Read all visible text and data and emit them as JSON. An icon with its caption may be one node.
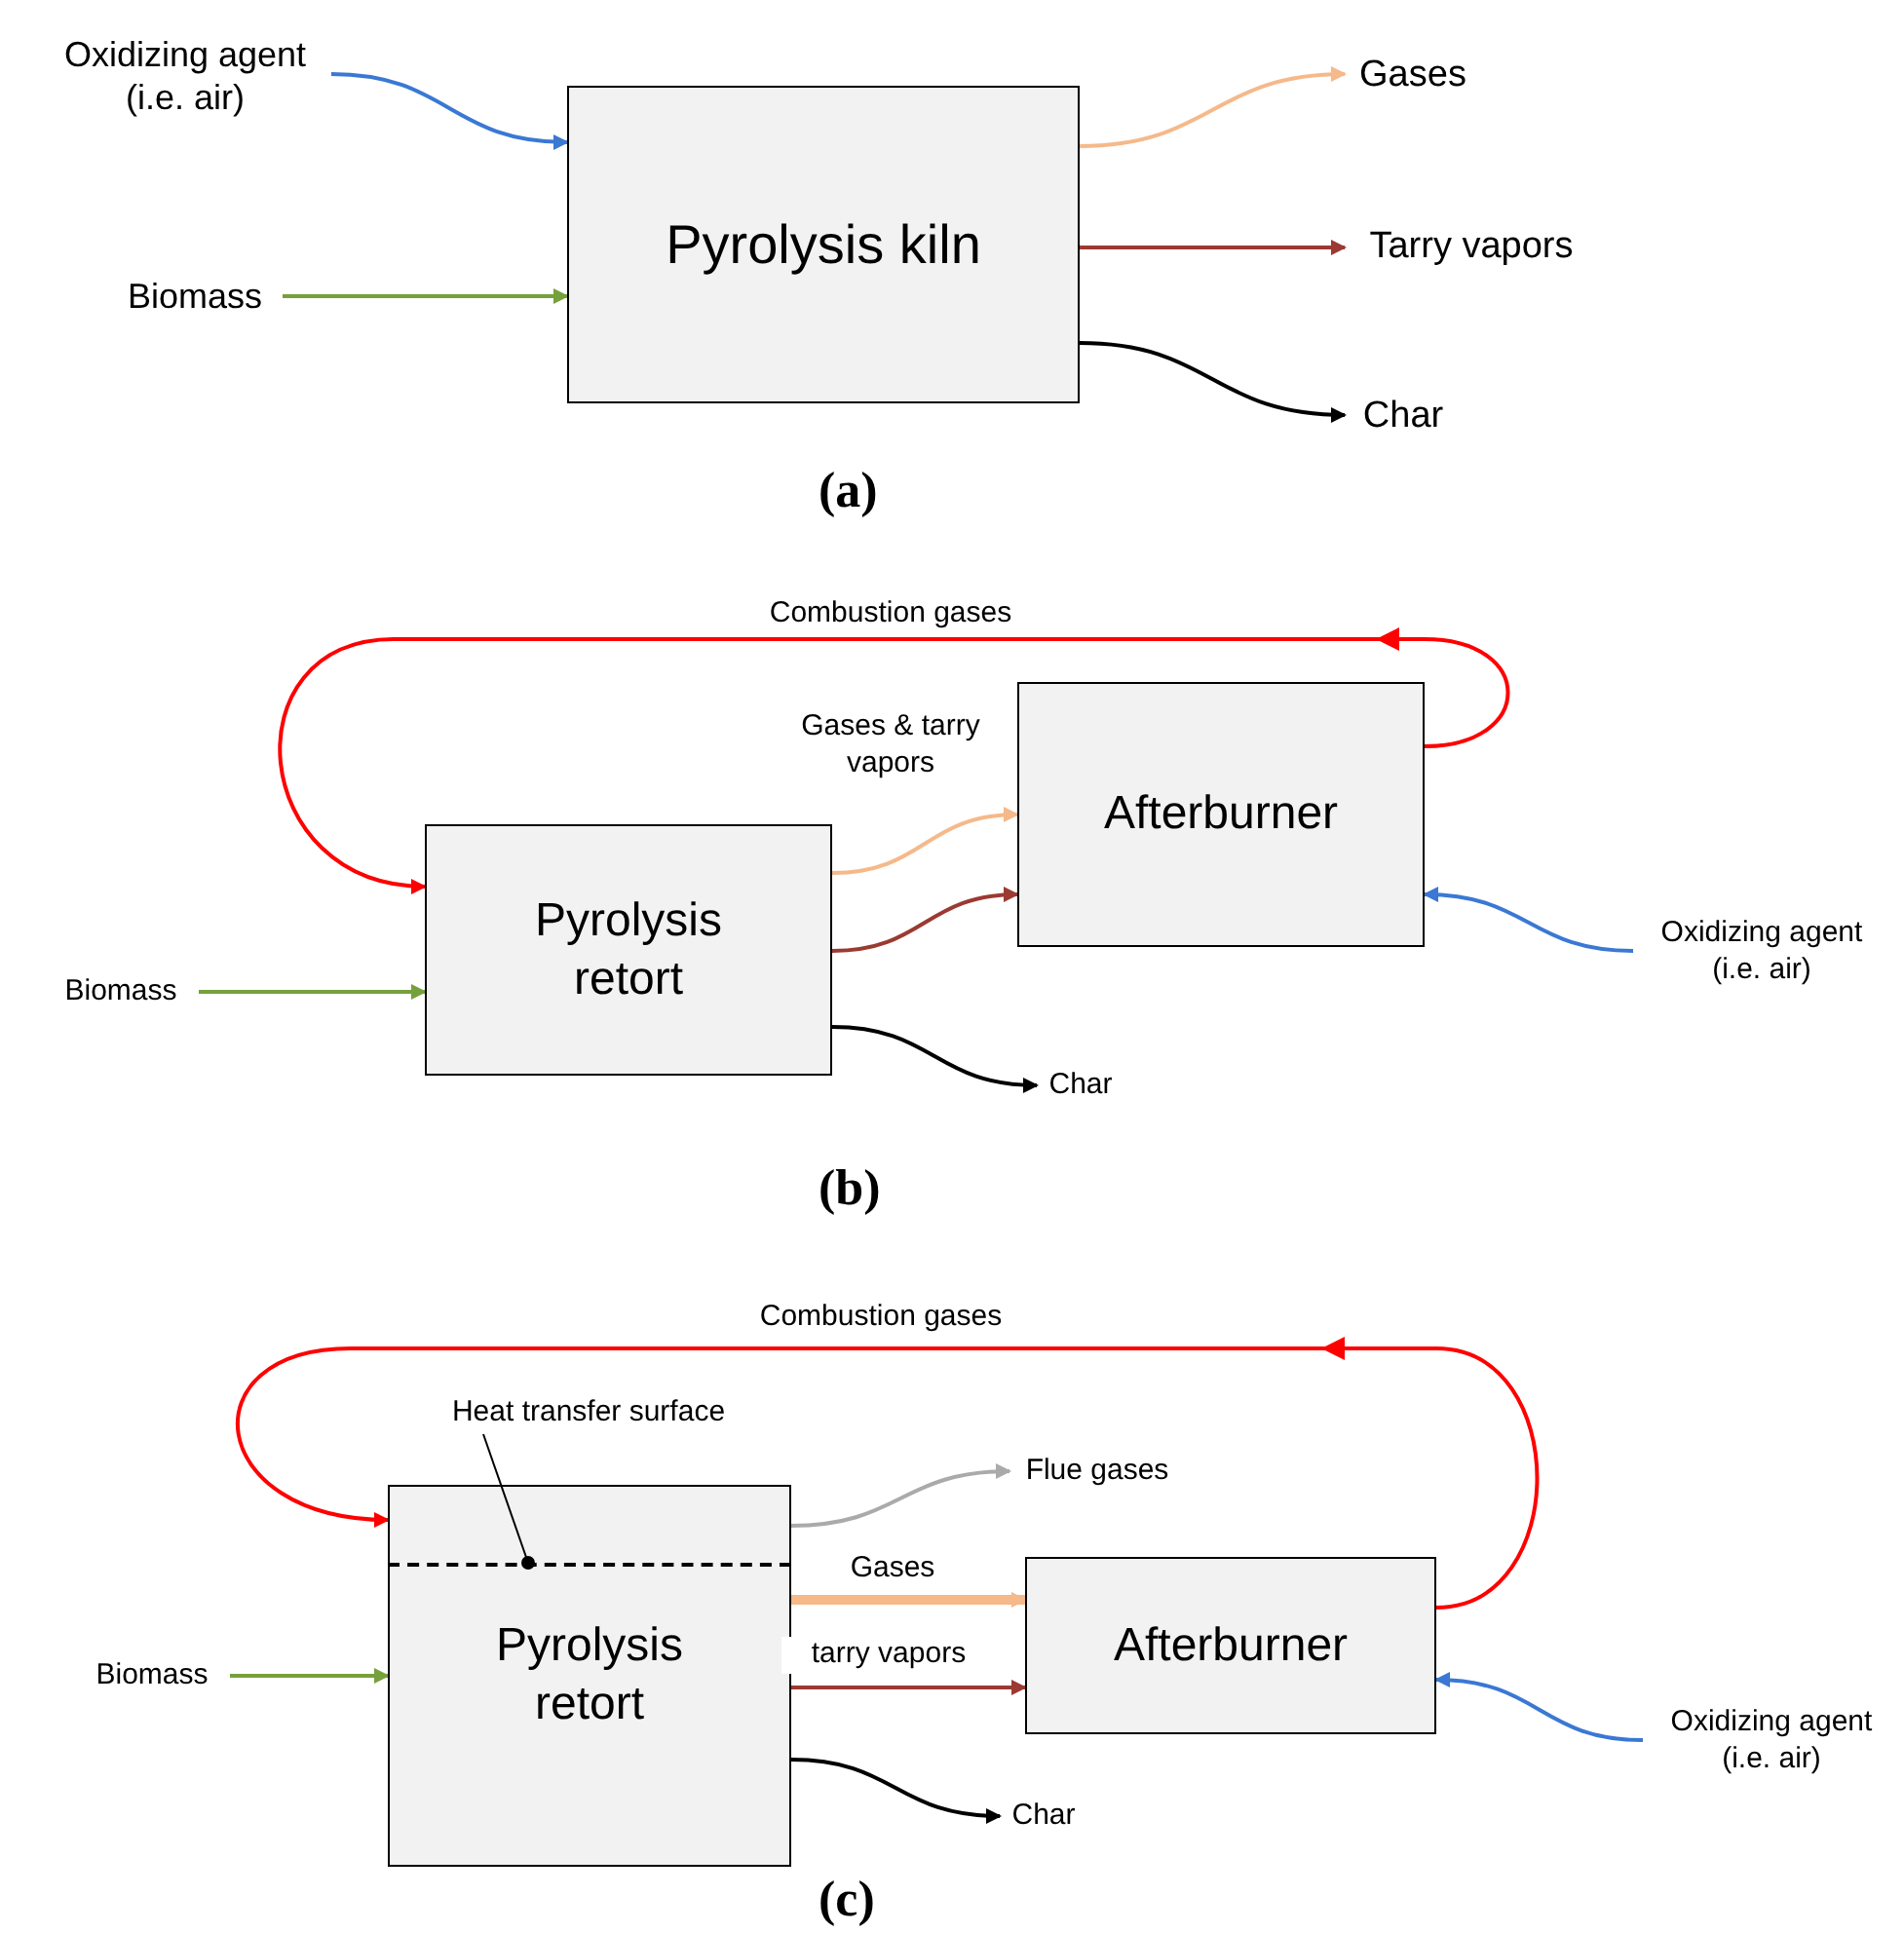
{
  "diagram": {
    "nodes": [
      {
        "text": [
          "Oxidizing agent (i.e. air)"
        ]
      },
      {
        "text": [
          "Biomass"
        ]
      },
      {
        "text": [
          "Pyrolysis kiln"
        ]
      },
      {
        "text": [
          "Gases"
        ]
      },
      {
        "text": [
          "Tarry vapors"
        ]
      },
      {
        "text": [
          "Char"
        ]
      },
      {
        "text": [
          "Biomass"
        ]
      },
      {
        "text": [
          "Pyrolysis retort"
        ]
      },
      {
        "text": [
          "Afterburner"
        ]
      },
      {
        "text": [
          "Oxidizing agent (i.e. air)"
        ]
      },
      {
        "text": [
          "Char"
        ]
      },
      {
        "text": [
          "Biomass"
        ]
      },
      {
        "text": [
          "Pyrolysis retort"
        ]
      },
      {
        "text": [],
        "shape": "bar",
        "in": 12
      },
      {
        "text": [
          "Heat transfer surface"
        ]
      },
      {
        "text": [
          "Flue gases"
        ]
      },
      {
        "text": [
          "Afterburner"
        ]
      },
      {
        "text": [
          "Oxidizing agent (i.e. air)"
        ]
      },
      {
        "text": [
          "Char"
        ]
      }
    ],
    "edges": [
      {
        "from": 0,
        "to": 2,
        "arrow": "to",
        "color": "#3a78d4"
      },
      {
        "from": 1,
        "to": 2,
        "arrow": "to",
        "color": "#76a03c"
      },
      {
        "from": 2,
        "to": 3,
        "arrow": "to",
        "color": "#f5b98a"
      },
      {
        "from": 2,
        "to": 4,
        "arrow": "to",
        "color": "#9b3a32"
      },
      {
        "from": 2,
        "to": 5,
        "arrow": "to",
        "color": "#000000"
      },
      {
        "from": 8,
        "to": 7,
        "arrow": "to",
        "label": "Combustion gases",
        "color": "#ff0000"
      },
      {
        "from": 7,
        "to": 8,
        "arrow": "to",
        "label": "Gases & tarry vapors",
        "color": "#f5b98a"
      },
      {
        "from": 7,
        "to": 8,
        "arrow": "to",
        "color": "#9b3a32"
      },
      {
        "from": 9,
        "to": 8,
        "arrow": "to",
        "color": "#3a78d4"
      },
      {
        "from": 7,
        "to": 10,
        "arrow": "to",
        "color": "#000000"
      },
      {
        "from": 6,
        "to": 7,
        "arrow": "to",
        "color": "#76a03c"
      },
      {
        "from": 16,
        "to": 12,
        "arrow": "to",
        "label": "Combustion gases",
        "color": "#ff0000"
      },
      {
        "from": 12,
        "to": 15,
        "arrow": "to",
        "color": "#aaaaaa"
      },
      {
        "from": 12,
        "to": 16,
        "arrow": "to",
        "label": "Gases",
        "style": "thick",
        "color": "#f5b98a"
      },
      {
        "from": 12,
        "to": 16,
        "arrow": "to",
        "label": "tarry vapors",
        "color": "#9b3a32"
      },
      {
        "from": 12,
        "to": 18,
        "arrow": "to",
        "color": "#000000"
      },
      {
        "from": 11,
        "to": 12,
        "arrow": "to",
        "color": "#76a03c"
      },
      {
        "from": 17,
        "to": 16,
        "arrow": "to",
        "color": "#3a78d4"
      },
      {
        "from": 14,
        "to": 13,
        "arrow": "other",
        "color": "#000000"
      }
    ],
    "labels": [
      "(a)",
      "(b)",
      "(c)"
    ]
  }
}
